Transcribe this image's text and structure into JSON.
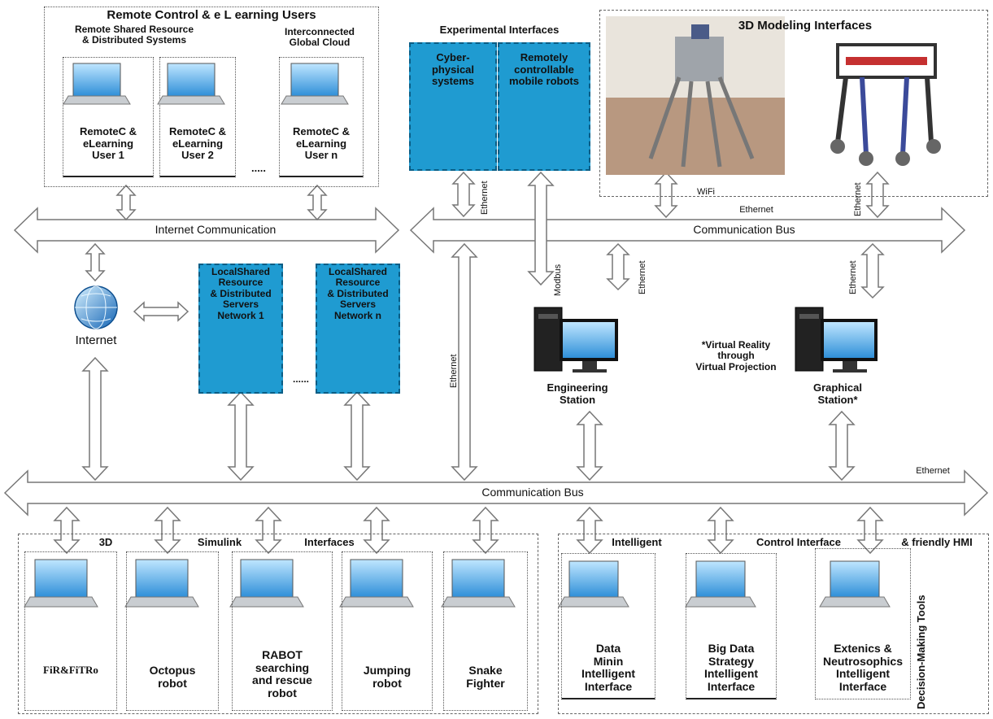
{
  "top_left_box": {
    "title": "Remote Control & e L earning Users",
    "group_left": "Remote Shared Resource\n& Distributed Systems",
    "group_right": "Interconnected\nGlobal Cloud",
    "users": [
      "RemoteC &\neLearning\nUser 1",
      "RemoteC &\neLearning\nUser 2",
      "RemoteC &\neLearning\nUser n"
    ],
    "ellipsis": "....."
  },
  "experimental": {
    "title": "Experimental  Interfaces",
    "cyber": "Cyber-\nphysical\nsystems",
    "mobile": "Remotely\ncontrollable\nmobile robots"
  },
  "modeling": {
    "title": "3D Modeling Interfaces",
    "wifi": "WiFi",
    "ethernet_vertical": "Ethernet",
    "ethernet_horizontal": "Ethernet"
  },
  "buses": {
    "internet": "Internet Communication",
    "top_right": "Communication  Bus",
    "bottom": "Communication  Bus",
    "bottom_ethernet": "Ethernet"
  },
  "middle": {
    "internet_label": "Internet",
    "local_servers": [
      "LocalShared\nResource\n& Distributed\nServers\nNetwork 1",
      "LocalShared\nResource\n& Distributed\nServers\nNetwork n"
    ],
    "ellipsis": "......",
    "ethernet_long": "Ethernet",
    "modbus": "Modbus",
    "ethernet_eng": "Ethernet",
    "ethernet_graph": "Ethernet",
    "engineering_station": "Engineering\nStation",
    "vr_note": "*Virtual Reality\nthrough\nVirtual Projection",
    "graphical_station": "Graphical\nStation*",
    "ethernet_exp": "Ethernet"
  },
  "bottom_left": {
    "header_words": [
      "3D",
      "Simulink",
      "Interfaces"
    ],
    "items": [
      "FiR&FiTRo",
      "Octopus\nrobot",
      "RABOT\nsearching\nand rescue\nrobot",
      "Jumping\nrobot",
      "Snake\nFighter"
    ]
  },
  "bottom_right": {
    "header_words": [
      "Intelligent",
      "Control Interface",
      "& friendly HMI"
    ],
    "side_label": "Decision-Making Tools",
    "items": [
      "Data\nMinin\nIntelligent\nInterface",
      "Big Data\nStrategy\nIntelligent\nInterface",
      "Extenics &\nNeutrosophics\nIntelligent\nInterface"
    ]
  }
}
